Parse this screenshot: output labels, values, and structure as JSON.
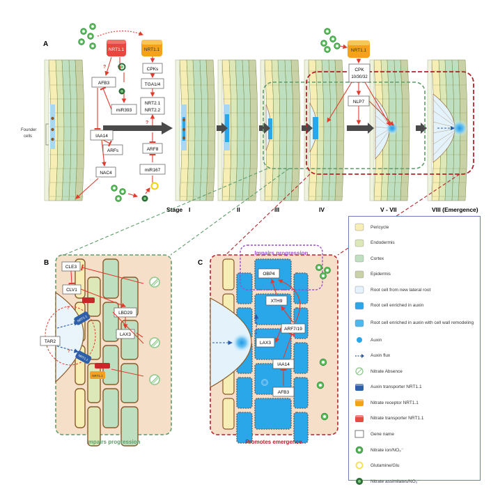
{
  "panels": {
    "a": "A",
    "b": "B",
    "c": "C"
  },
  "founder_label": [
    "Founder",
    "cells"
  ],
  "stages": {
    "prefix": "Stage",
    "items": [
      "I",
      "II",
      "III",
      "IV",
      "V - VII",
      "VIII (Emergence)"
    ]
  },
  "panel_a_genes": {
    "nrt11_left": "NRT1.1",
    "nrt11_mid": "NRT1.1",
    "nrt11_right": "NRT1.1",
    "afb3": "AFB3",
    "mir393": "miR393",
    "iaa14": "IAA14",
    "arfs": "ARFs",
    "nac4": "NAC4",
    "cpks": "CPKs",
    "tga": "TGA1/4",
    "nrt21": "NRT2.1",
    "nrt22": "NRT2.2",
    "arf8": "ARF8",
    "mir167": "miR167",
    "cpk": "CPK",
    "cpk_nums": "10/30/32",
    "nlp7": "NLP7",
    "question": "?"
  },
  "panel_b": {
    "genes": {
      "cle3": "CLE3",
      "clv1": "CLV1",
      "lbd29": "LBD29",
      "lax3": "LAX3",
      "tar2": "TAR2"
    },
    "transporter": "NRT1.1",
    "caption": "Impairs progression"
  },
  "panel_c": {
    "genes": {
      "obp4": "OBP4",
      "xth9": "XTH9",
      "arf": "ARF7/19",
      "lax3": "LAX3",
      "iaa14": "IAA14",
      "afb3": "AFB3"
    },
    "top_caption": "Impairs progression",
    "caption": "Promotes emergence"
  },
  "legend": [
    {
      "icon": "pericycle-swatch",
      "label": "Pericycle",
      "color": "#f7eeb6"
    },
    {
      "icon": "endodermis-swatch",
      "label": "Endodermis",
      "color": "#dde8b8"
    },
    {
      "icon": "cortex-swatch",
      "label": "Cortex",
      "color": "#bfe0c0"
    },
    {
      "icon": "epidermis-swatch",
      "label": "Epidermis",
      "color": "#c8d2a6"
    },
    {
      "icon": "new-root-cell-swatch",
      "label": "Root cell from new lateral root",
      "color": "#e3f2fb"
    },
    {
      "icon": "auxin-cell-swatch",
      "label": "Root cell enriched in auxin",
      "color": "#2aa7e8"
    },
    {
      "icon": "wall-remodeling-swatch",
      "label": "Root cell enriched in auxin with cell wall remodeling",
      "color": "#4bb8ee"
    },
    {
      "icon": "auxin-icon",
      "label": "Auxin",
      "color": "#2aa7e8"
    },
    {
      "icon": "auxin-flux-arrow-icon",
      "label": "Auxin flux",
      "color": "#2a5aa8"
    },
    {
      "icon": "nitrate-absence-icon",
      "label": "Nitrate Absence",
      "color": "#8cc98a"
    },
    {
      "icon": "auxin-transporter-icon",
      "label": "Auxin transporter NRT1.1",
      "color": "#2e5fa8"
    },
    {
      "icon": "nitrate-receptor-icon",
      "label": "Nitrate receptor NRT1.1",
      "color": "#f4a21c"
    },
    {
      "icon": "nitrate-transporter-icon",
      "label": "Nitrate transporter NRT1.1",
      "color": "#e84a45"
    },
    {
      "icon": "gene-name-box-icon",
      "label": "Gene name",
      "color": "#ffffff"
    },
    {
      "icon": "nitrate-ion-icon",
      "label": "Nitrate ion/NO₃⁻",
      "color": "#4caf50"
    },
    {
      "icon": "glutamine-icon",
      "label": "Glutamine/Glu",
      "color": "#f4e04a"
    },
    {
      "icon": "nitrate-assimilates-icon",
      "label": "Nitrate assimilates/NO₃⁻",
      "color": "#2e6b3a"
    }
  ],
  "colors": {
    "pericycle": "#f7eeb6",
    "endodermis": "#dde8b8",
    "cortex": "#bfe0c0",
    "epidermis": "#c8d2a6",
    "cell_wall": "#8a5a2b",
    "auxin": "#2aa7e8",
    "inhibit_red": "#e23b2e",
    "green_dash": "#5f9c6a",
    "red_dash": "#b4232a",
    "purple_dash": "#9b4fc9"
  }
}
